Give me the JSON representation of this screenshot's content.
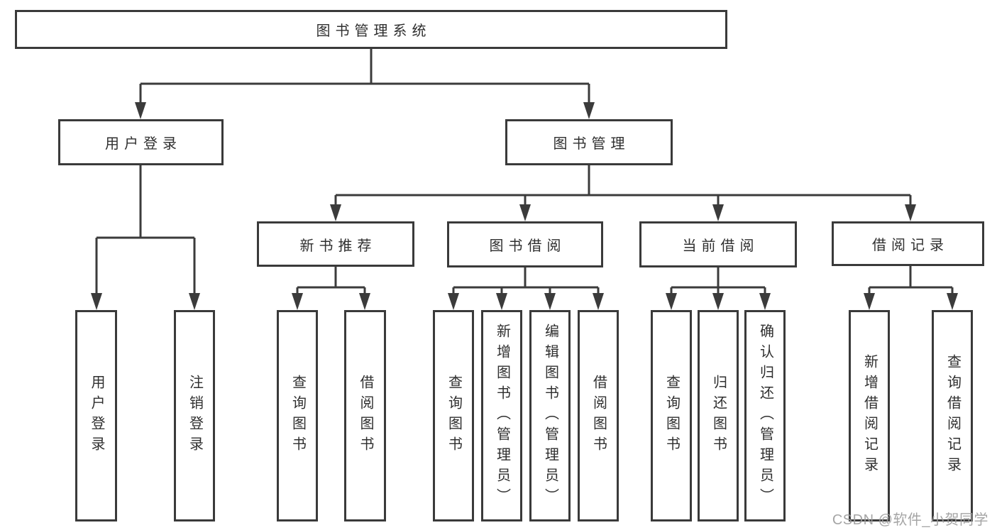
{
  "tree": {
    "label": "图书管理系统",
    "children": [
      {
        "label": "用户登录",
        "children": [
          {
            "label": "用户登录"
          },
          {
            "label": "注销登录"
          }
        ]
      },
      {
        "label": "图书管理",
        "children": [
          {
            "label": "新书推荐",
            "children": [
              {
                "label": "查询图书"
              },
              {
                "label": "借阅图书"
              }
            ]
          },
          {
            "label": "图书借阅",
            "children": [
              {
                "label": "查询图书"
              },
              {
                "label": "新增图书（管理员）"
              },
              {
                "label": "编辑图书（管理员）"
              },
              {
                "label": "借阅图书"
              }
            ]
          },
          {
            "label": "当前借阅",
            "children": [
              {
                "label": "查询图书"
              },
              {
                "label": "归还图书"
              },
              {
                "label": "确认归还（管理员）"
              }
            ]
          },
          {
            "label": "借阅记录",
            "children": [
              {
                "label": "新增借阅记录"
              },
              {
                "label": "查询借阅记录"
              }
            ]
          }
        ]
      }
    ]
  },
  "watermark": "CSDN @软件_小贺同学",
  "colors": {
    "line": "#3b3b3b",
    "box_border": "#3a3a3a",
    "text": "#2f2f2f",
    "watermark": "#9c9c9c",
    "background": "#ffffff"
  }
}
